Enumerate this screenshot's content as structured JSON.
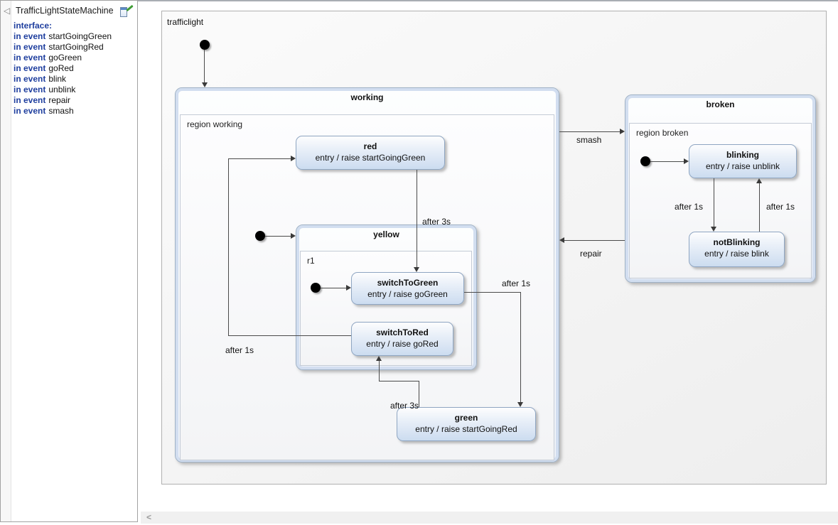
{
  "sidebar": {
    "title": "TrafficLightStateMachine",
    "collapse_icon": "◁",
    "edit_icon": "page-with-green-pencil",
    "declarations": [
      {
        "keyword": "interface:",
        "name": ""
      },
      {
        "keyword": "in event",
        "name": "startGoingGreen"
      },
      {
        "keyword": "in event",
        "name": "startGoingRed"
      },
      {
        "keyword": "in event",
        "name": "goGreen"
      },
      {
        "keyword": "in event",
        "name": "goRed"
      },
      {
        "keyword": "in event",
        "name": "blink"
      },
      {
        "keyword": "in event",
        "name": "unblink"
      },
      {
        "keyword": "in event",
        "name": "repair"
      },
      {
        "keyword": "in event",
        "name": "smash"
      }
    ]
  },
  "diagram": {
    "root_label": "trafficlight",
    "composites": {
      "working": {
        "title": "working",
        "region_label": "region working"
      },
      "yellow": {
        "title": "yellow",
        "region_label": "r1"
      },
      "broken": {
        "title": "broken",
        "region_label": "region broken"
      }
    },
    "states": {
      "red": {
        "title": "red",
        "entry": "entry / raise startGoingGreen"
      },
      "switchToGreen": {
        "title": "switchToGreen",
        "entry": "entry / raise goGreen"
      },
      "switchToRed": {
        "title": "switchToRed",
        "entry": "entry / raise goRed"
      },
      "green": {
        "title": "green",
        "entry": "entry / raise startGoingRed"
      },
      "blinking": {
        "title": "blinking",
        "entry": "entry / raise unblink"
      },
      "notBlinking": {
        "title": "notBlinking",
        "entry": "entry / raise blink"
      }
    },
    "transitions": {
      "red_to_switchToGreen": "after 3s",
      "switchToRed_to_red": "after 1s",
      "switchToGreen_to_green": "after 1s",
      "green_to_switchToRed": "after 3s",
      "working_to_broken": "smash",
      "broken_to_working": "repair",
      "blinking_to_notBlinking": "after 1s",
      "notBlinking_to_blinking": "after 1s"
    }
  },
  "scrollbar": {
    "chevron": "<"
  },
  "colors": {
    "keyword_blue": "#1e3e9e",
    "state_border": "#8fa6c2",
    "state_fill_bottom": "#ccdcf0",
    "composite_inner_border": "#d2def0",
    "transition_line": "#4a4a4a",
    "canvas_border": "#b0b0b0"
  }
}
